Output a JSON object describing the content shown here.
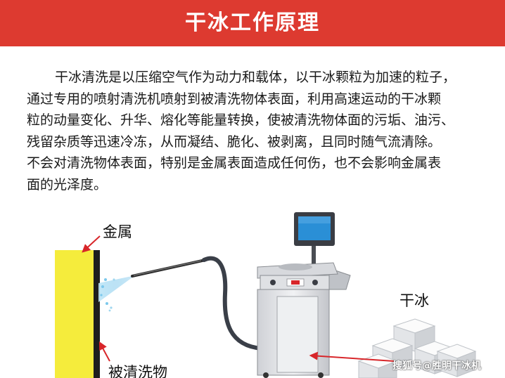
{
  "header": {
    "title": "干冰工作原理"
  },
  "description": {
    "lines": [
      "干冰清洗是以压缩空气作为动力和载体，以干冰颗粒为加速的粒子，",
      "通过专用的喷射清洗机喷射到被清洗物体表面，利用高速运动的干冰颗",
      "粒的动量变化、升华、熔化等能量转换，使被清洗物体面的污垢、油污、",
      "残留杂质等迅速冷冻，从而凝结、脆化、被剥离，且同时随气流清除。",
      "不会对清洗物体表面，特别是金属表面造成任何伤，也不会影响金属表",
      "面的光泽度。"
    ]
  },
  "diagram": {
    "metal_label": "金属",
    "object_label": "被清洗物",
    "dry_ice_label": "干冰"
  },
  "watermark": {
    "text": "搜狐号@胜明干冰机"
  },
  "colors": {
    "banner": "#dd3a30",
    "metal_block": "#f5ec3c",
    "arrow": "#d8262a",
    "machine_body": "#e9eaed",
    "screen": "#2a8fd6"
  }
}
